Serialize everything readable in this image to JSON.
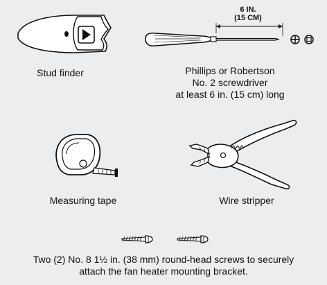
{
  "tools": {
    "stud_finder": {
      "label": "Stud finder"
    },
    "screwdriver": {
      "label_line1": "Phillips or Robertson",
      "label_line2": "No. 2 screwdriver",
      "label_line3": "at least 6 in. (15 cm) long",
      "dimension_main": "6 IN.",
      "dimension_sub": "(15 CM)"
    },
    "measuring_tape": {
      "label": "Measuring tape"
    },
    "wire_stripper": {
      "label": "Wire stripper"
    },
    "screws": {
      "label_line1": "Two (2) No. 8 1½ in. (38 mm) round-head screws to securely",
      "label_line2": "attach the fan heater mounting bracket."
    }
  },
  "icons": {
    "phillips_tip": "phillips-tip-icon",
    "robertson_tip": "robertson-tip-icon"
  },
  "colors": {
    "background": "#ecedef",
    "line": "#111111",
    "fill": "#ffffff"
  }
}
